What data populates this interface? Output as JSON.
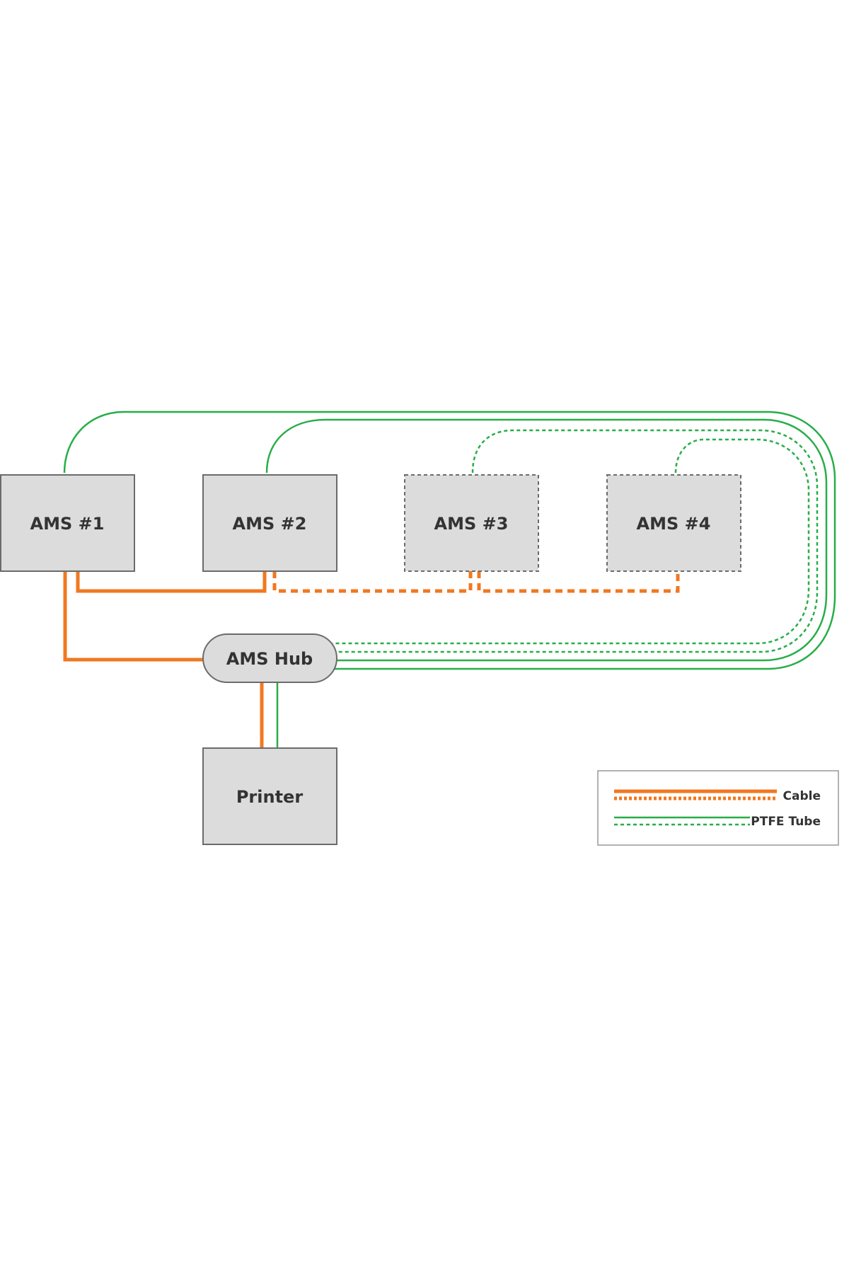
{
  "colors": {
    "cable": "#f07820",
    "tube": "#27ae48",
    "box_fill": "#dcdcdc",
    "box_stroke": "#6b6b6b",
    "text": "#333333"
  },
  "nodes": {
    "ams1": {
      "label": "AMS #1",
      "style": "solid"
    },
    "ams2": {
      "label": "AMS #2",
      "style": "solid"
    },
    "ams3": {
      "label": "AMS #3",
      "style": "dashed"
    },
    "ams4": {
      "label": "AMS #4",
      "style": "dashed"
    },
    "hub": {
      "label": "AMS Hub"
    },
    "printer": {
      "label": "Printer"
    }
  },
  "legend": {
    "cable_label": "Cable",
    "tube_label": "PTFE Tube"
  }
}
